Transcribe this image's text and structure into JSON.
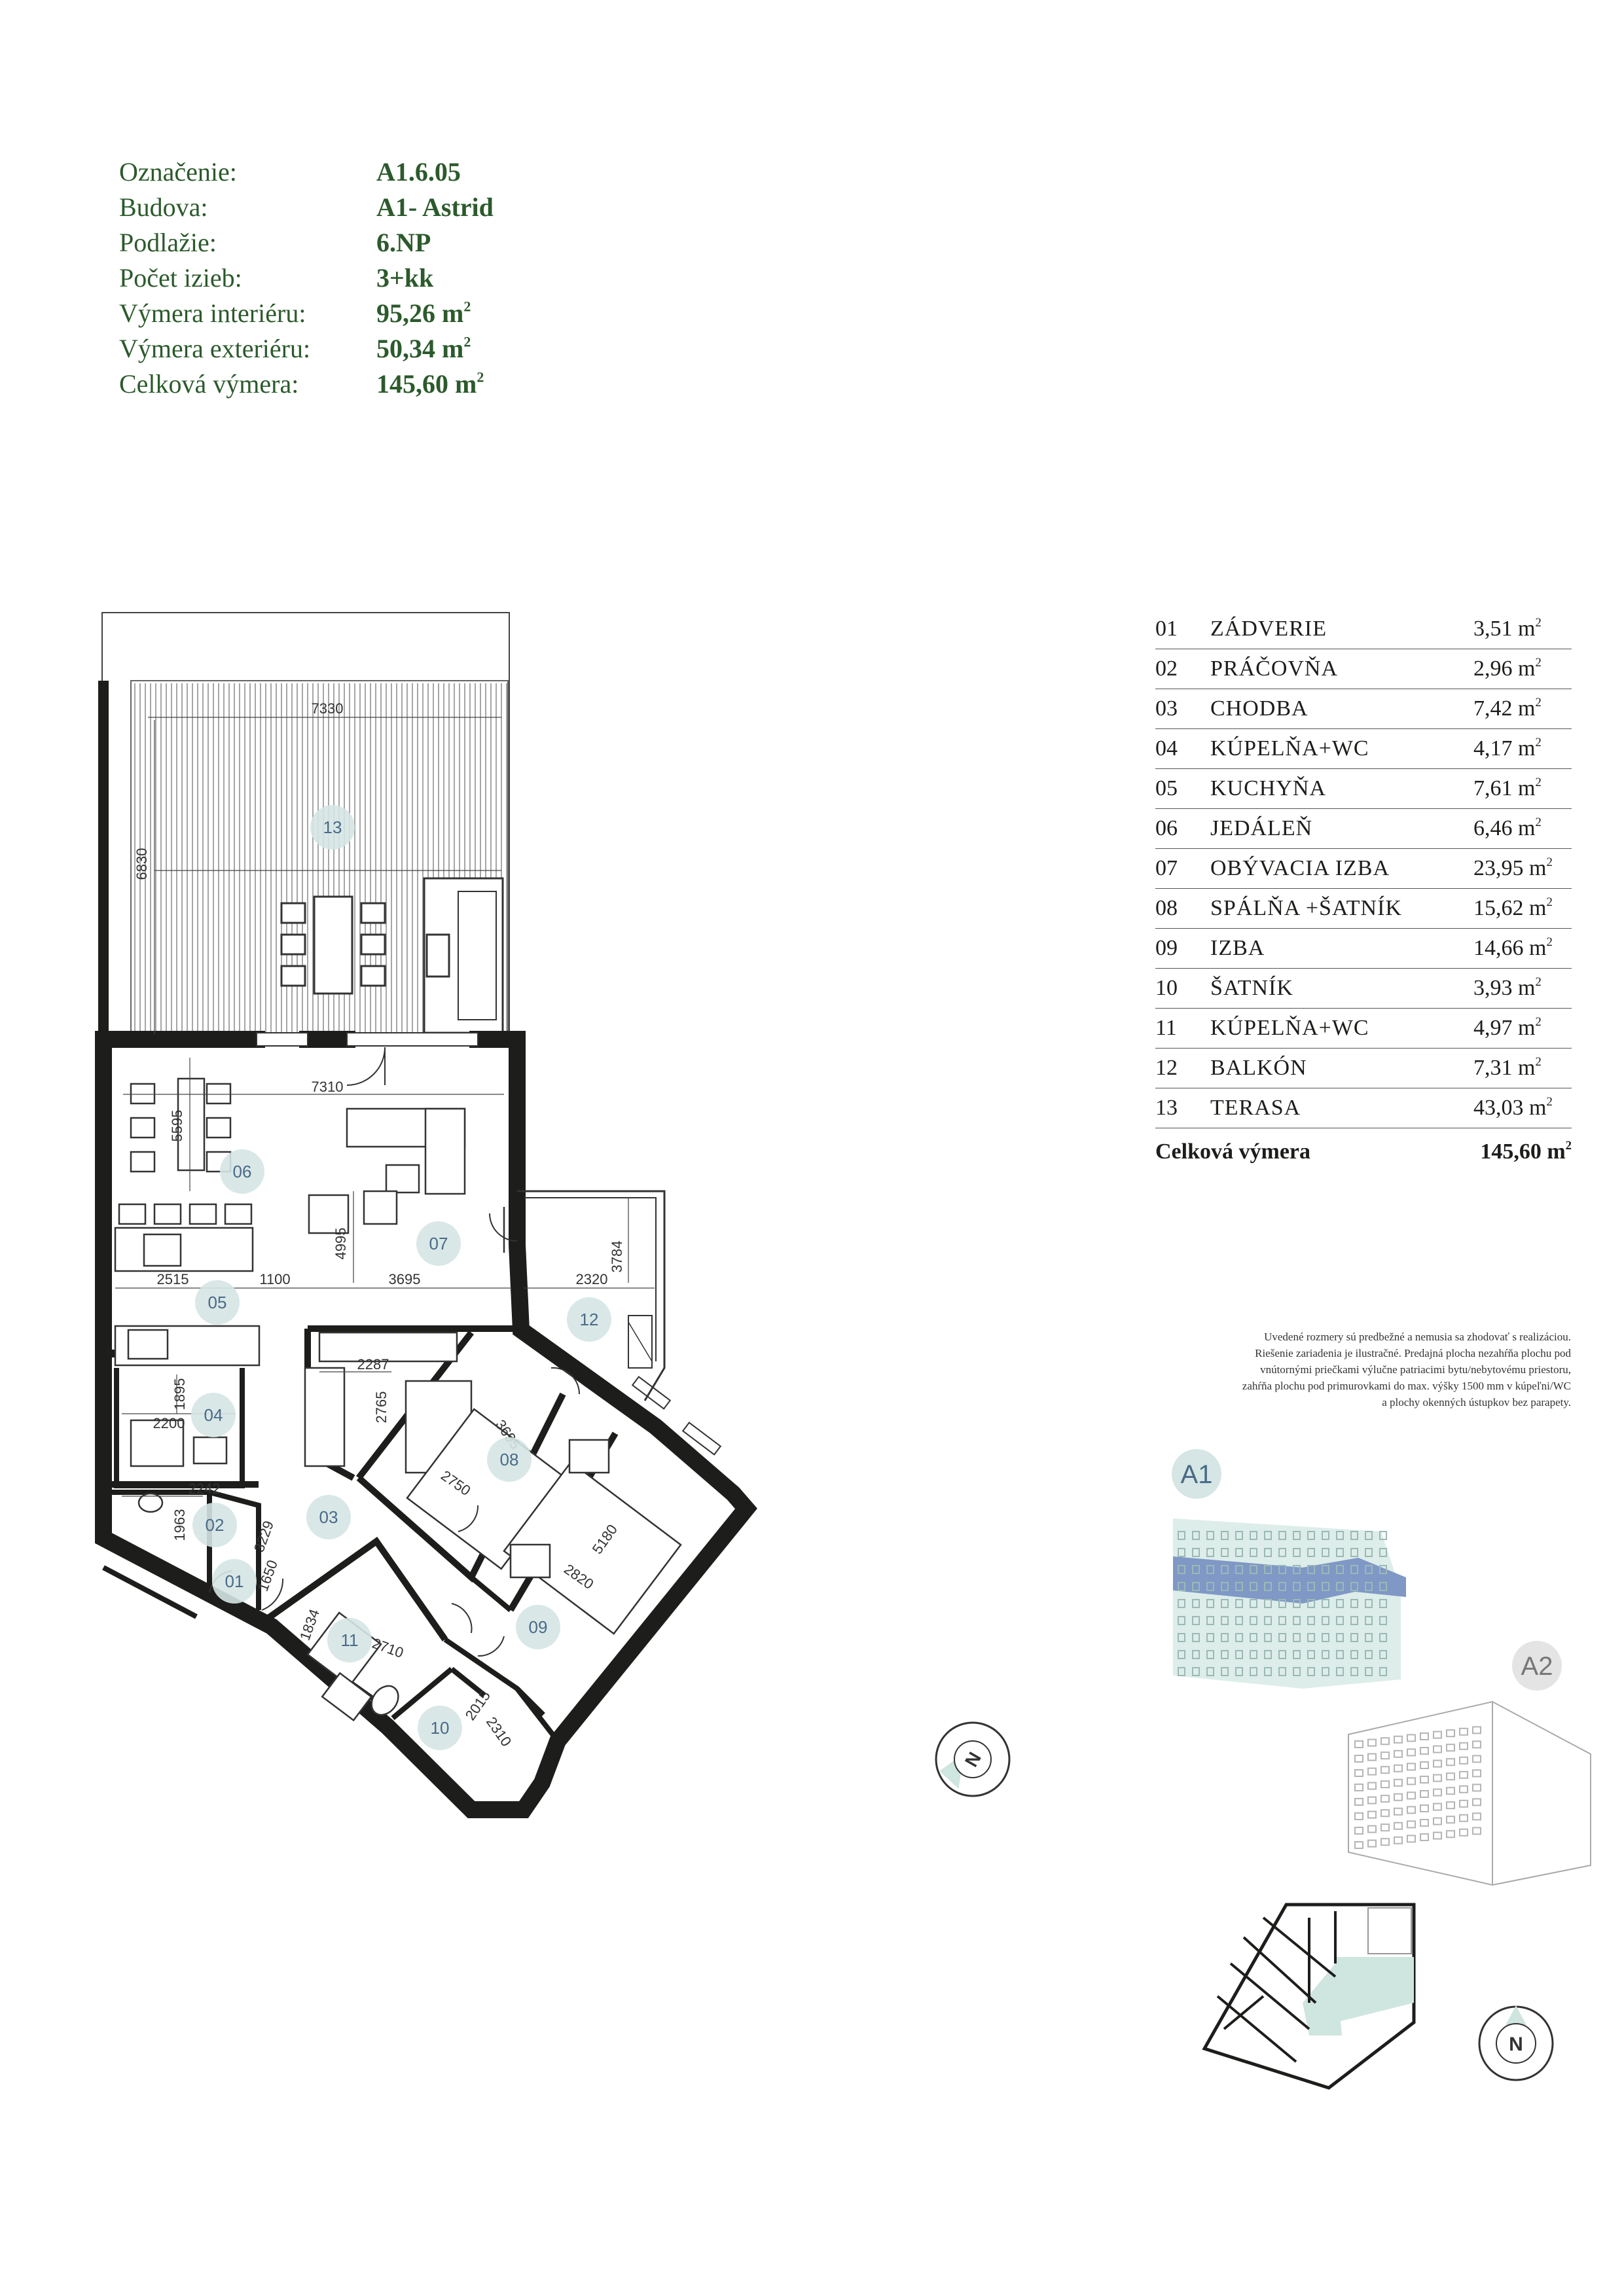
{
  "info": {
    "rows": [
      {
        "label": "Označenie:",
        "value": "A1.6.05"
      },
      {
        "label": "Budova:",
        "value": "A1- Astrid"
      },
      {
        "label": "Podlažie:",
        "value": "6.NP"
      },
      {
        "label": "Počet izieb:",
        "value": "3+kk"
      },
      {
        "label": "Výmera interiéru:",
        "value": "95,26 m"
      },
      {
        "label": "Výmera exteriéru:",
        "value": "50,34 m"
      },
      {
        "label": "Celková výmera:",
        "value": "145,60 m"
      }
    ],
    "superscript": "2"
  },
  "rooms": [
    {
      "num": "01",
      "name": "ZÁDVERIE",
      "area": "3,51 m"
    },
    {
      "num": "02",
      "name": "PRÁČOVŇA",
      "area": "2,96 m"
    },
    {
      "num": "03",
      "name": "CHODBA",
      "area": "7,42 m"
    },
    {
      "num": "04",
      "name": "KÚPELŇA+WC",
      "area": "4,17 m"
    },
    {
      "num": "05",
      "name": "KUCHYŇA",
      "area": "7,61 m"
    },
    {
      "num": "06",
      "name": "JEDÁLEŇ",
      "area": "6,46 m"
    },
    {
      "num": "07",
      "name": "OBÝVACIA IZBA",
      "area": "23,95 m"
    },
    {
      "num": "08",
      "name": "SPÁLŇA +ŠATNÍK",
      "area": "15,62 m"
    },
    {
      "num": "09",
      "name": "IZBA",
      "area": "14,66 m"
    },
    {
      "num": "10",
      "name": "ŠATNÍK",
      "area": "3,93 m"
    },
    {
      "num": "11",
      "name": "KÚPELŇA+WC",
      "area": "4,97 m"
    },
    {
      "num": "12",
      "name": "BALKÓN",
      "area": "7,31 m"
    },
    {
      "num": "13",
      "name": "TERASA",
      "area": "43,03 m"
    }
  ],
  "total": {
    "label": "Celková výmera",
    "area": "145,60 m"
  },
  "disclaimer": [
    "Uvedené rozmery sú predbežné a nemusia sa zhodovať s realizáciou.",
    "Riešenie zariadenia je ilustračné. Predajná plocha nezahŕňa plochu pod",
    "vnútornými priečkami výlučne patriacimi bytu/nebytovému priestoru,",
    "zahŕňa plochu pod primurovkami do max. výšky 1500 mm v kúpeľni/WC",
    "a plochy okenných ústupkov bez parapety."
  ],
  "plan": {
    "dimensions": {
      "d7330": "7330",
      "d6830": "6830",
      "d7310": "7310",
      "d5595": "5595",
      "d4995": "4995",
      "d2515": "2515",
      "d1100": "1100",
      "d3695": "3695",
      "d2320": "2320",
      "d3784": "3784",
      "d2287": "2287",
      "d2765": "2765",
      "d1895": "1895",
      "d2200": "2200",
      "d2242": "2242",
      "d1963": "1963",
      "d3229": "3229",
      "d1650": "1650",
      "d3695b": "3695",
      "d2750": "2750",
      "d5180": "5180",
      "d2820": "2820",
      "d1834": "1834",
      "d2710": "2710",
      "d2015": "2015",
      "d2310": "2310"
    },
    "room_labels": [
      "01",
      "02",
      "03",
      "04",
      "05",
      "06",
      "07",
      "08",
      "09",
      "10",
      "11",
      "12",
      "13"
    ]
  },
  "buildings": {
    "a1": "A1",
    "a2": "A2"
  },
  "compass": {
    "north": "N"
  },
  "colors": {
    "green": "#2c5a2c",
    "room_bubble": "#d5e6e4",
    "bubble_text": "#4a6a88",
    "highlight_blue": "#7f98c6",
    "mint": "#cfe5df"
  }
}
